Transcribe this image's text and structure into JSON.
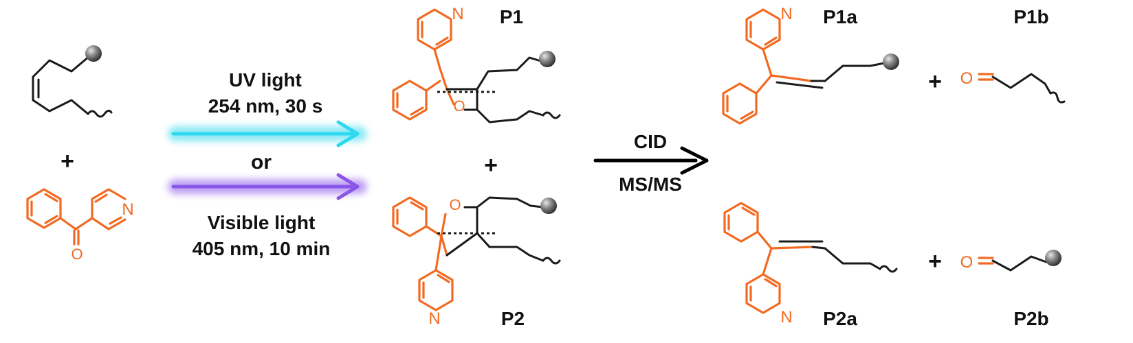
{
  "reagents": {
    "plus": "+",
    "oxygen": "O",
    "nitrogen": "N"
  },
  "conditions": {
    "uv_line1": "UV light",
    "uv_line2": "254 nm, 30 s",
    "or": "or",
    "vis_line1": "Visible light",
    "vis_line2": "405 nm, 10 min"
  },
  "intermediates": {
    "p1": "P1",
    "p2": "P2",
    "plus": "+"
  },
  "fragmentation": {
    "cid": "CID",
    "msms": "MS/MS"
  },
  "products": {
    "p1a": "P1a",
    "p1b": "P1b",
    "p2a": "P2a",
    "p2b": "P2b",
    "plus": "+"
  },
  "colors": {
    "uv_arrow": "#2fd8ee",
    "visible_arrow": "#8a55e8",
    "cid_arrow": "#000000",
    "chromophore": "#f26a21",
    "bond": "#1a1a1a"
  }
}
